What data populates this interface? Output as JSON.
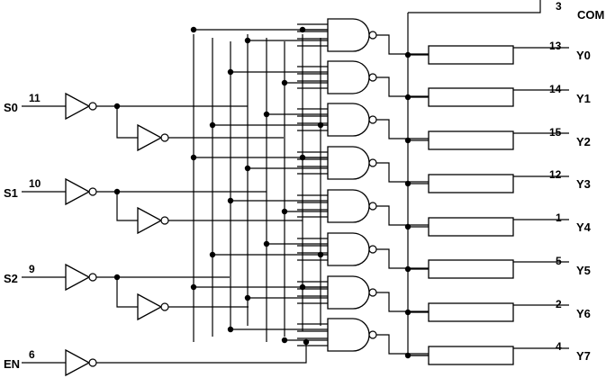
{
  "inputs": [
    {
      "name": "S0",
      "pin": "11"
    },
    {
      "name": "S1",
      "pin": "10"
    },
    {
      "name": "S2",
      "pin": "9"
    },
    {
      "name": "EN",
      "pin": "6"
    }
  ],
  "common": {
    "name": "COM",
    "pin": "3"
  },
  "outputs": [
    {
      "name": "Y0",
      "pin": "13"
    },
    {
      "name": "Y1",
      "pin": "14"
    },
    {
      "name": "Y2",
      "pin": "15"
    },
    {
      "name": "Y3",
      "pin": "12"
    },
    {
      "name": "Y4",
      "pin": "1"
    },
    {
      "name": "Y5",
      "pin": "5"
    },
    {
      "name": "Y6",
      "pin": "2"
    },
    {
      "name": "Y7",
      "pin": "4"
    }
  ],
  "colors": {
    "line": "#000000",
    "background": "#ffffff"
  }
}
